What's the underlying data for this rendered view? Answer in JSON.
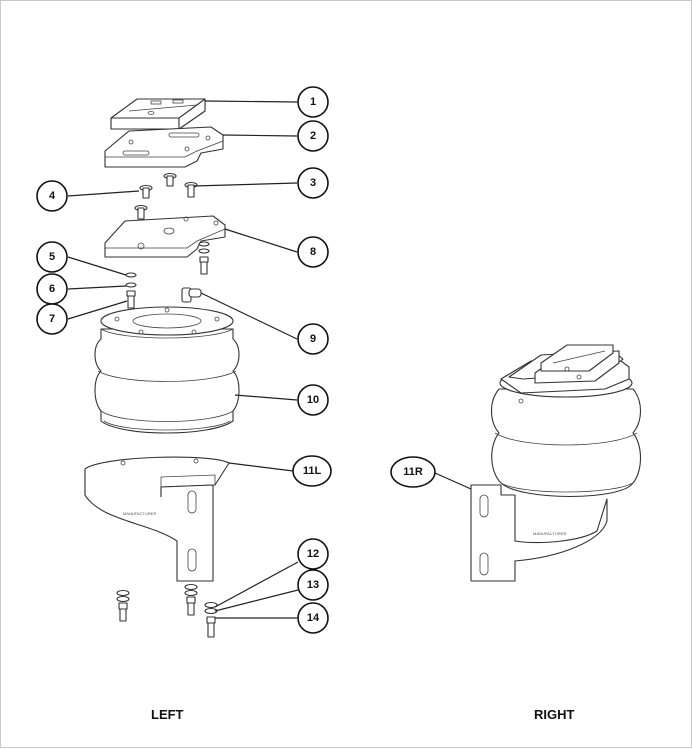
{
  "callouts": [
    {
      "num": "1"
    },
    {
      "num": "2"
    },
    {
      "num": "3"
    },
    {
      "num": "4"
    },
    {
      "num": "5"
    },
    {
      "num": "6"
    },
    {
      "num": "7"
    },
    {
      "num": "8"
    },
    {
      "num": "9"
    },
    {
      "num": "10"
    },
    {
      "num": "11L"
    },
    {
      "num": "11R"
    },
    {
      "num": "12"
    },
    {
      "num": "13"
    },
    {
      "num": "14"
    }
  ],
  "labels": {
    "left": "LEFT",
    "right": "RIGHT"
  },
  "bracket_stamp": "MANUFACTURER"
}
